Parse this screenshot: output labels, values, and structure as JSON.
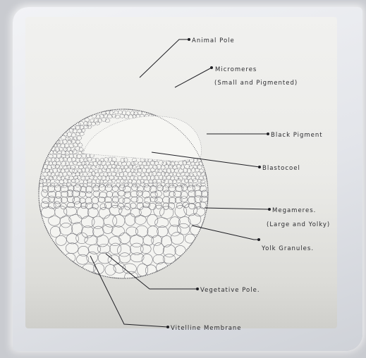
{
  "diagram": {
    "labels": {
      "animal_pole": "Animal Pole",
      "micromeres": "Micromeres",
      "micromeres_note": "(Small and Pigmented)",
      "black_pigment": "Black Pigment",
      "blastocoel": "Blastocoel",
      "megameres": "Megameres.",
      "megameres_note": "(Large and Yolky)",
      "yolk_granules": "Yolk Granules.",
      "vegetative_pole": "Vegetative Pole.",
      "vitelline_membrane": "Vitelline Membrane"
    }
  }
}
